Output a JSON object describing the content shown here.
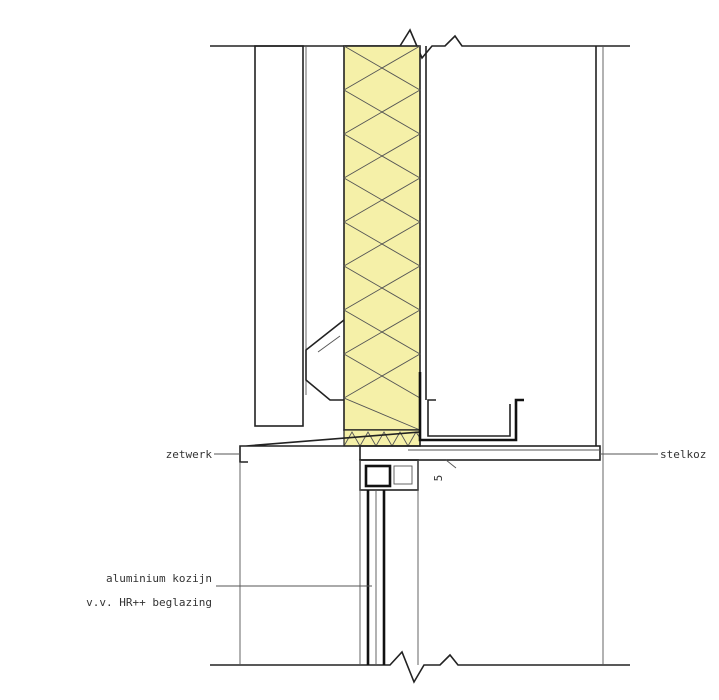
{
  "labels": {
    "zetwerk": "zetwerk",
    "stelkozijn": "stelkoz",
    "kozijn_line1": "aluminium kozijn",
    "kozijn_line2": "v.v. HR++ beglazing",
    "dimension": "5"
  },
  "colors": {
    "insulation": "#f5f0a8",
    "line": "#222222",
    "background": "#ffffff"
  }
}
